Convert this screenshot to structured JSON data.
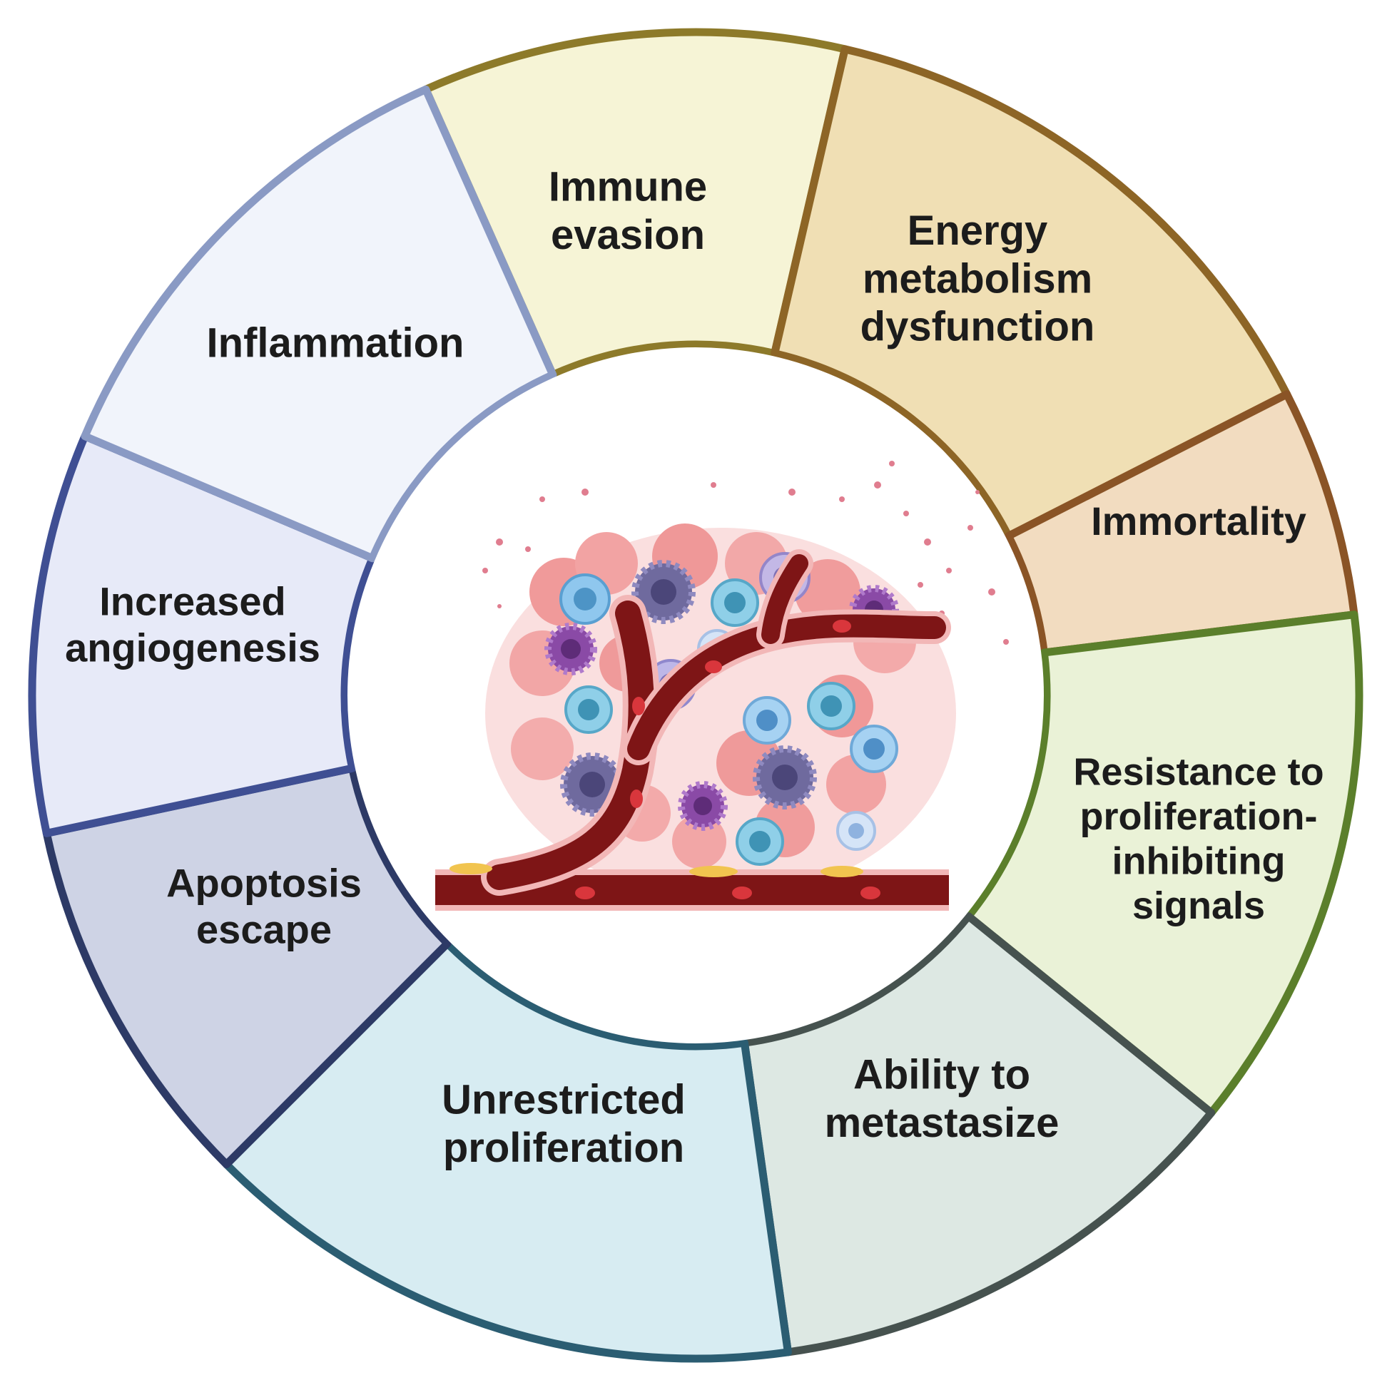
{
  "diagram": {
    "segments": [
      {
        "id": "immune-evasion",
        "lines": [
          "Immune",
          "evasion"
        ],
        "fill": "#f6f4d6",
        "stroke": "#8d7a2a"
      },
      {
        "id": "energy-metabolism-dysfunction",
        "lines": [
          "Energy",
          "metabolism",
          "dysfunction"
        ],
        "fill": "#f0dfb4",
        "stroke": "#8d6526"
      },
      {
        "id": "immortality",
        "lines": [
          "Immortality"
        ],
        "fill": "#f2dcc0",
        "stroke": "#8a5426"
      },
      {
        "id": "resistance-to-proliferation-inhibiting-signals",
        "lines": [
          "Resistance to",
          "proliferation-",
          "inhibiting",
          "signals"
        ],
        "fill": "#eaf2d7",
        "stroke": "#5b7f2b"
      },
      {
        "id": "ability-to-metastasize",
        "lines": [
          "Ability to",
          "metastasize"
        ],
        "fill": "#dde8e3",
        "stroke": "#46524f"
      },
      {
        "id": "unrestricted-proliferation",
        "lines": [
          "Unrestricted",
          "proliferation"
        ],
        "fill": "#d7ecf2",
        "stroke": "#2b5d72"
      },
      {
        "id": "apoptosis-escape",
        "lines": [
          "Apoptosis",
          "escape"
        ],
        "fill": "#ced3e5",
        "stroke": "#2d3a66"
      },
      {
        "id": "increased-angiogenesis",
        "lines": [
          "Increased",
          "angiogenesis"
        ],
        "fill": "#e7eaf8",
        "stroke": "#3f4f93"
      },
      {
        "id": "inflammation",
        "lines": [
          "Inflammation"
        ],
        "fill": "#f1f4fb",
        "stroke": "#8a9ac4"
      }
    ],
    "center_image": "tumor-microenvironment-illustration"
  }
}
